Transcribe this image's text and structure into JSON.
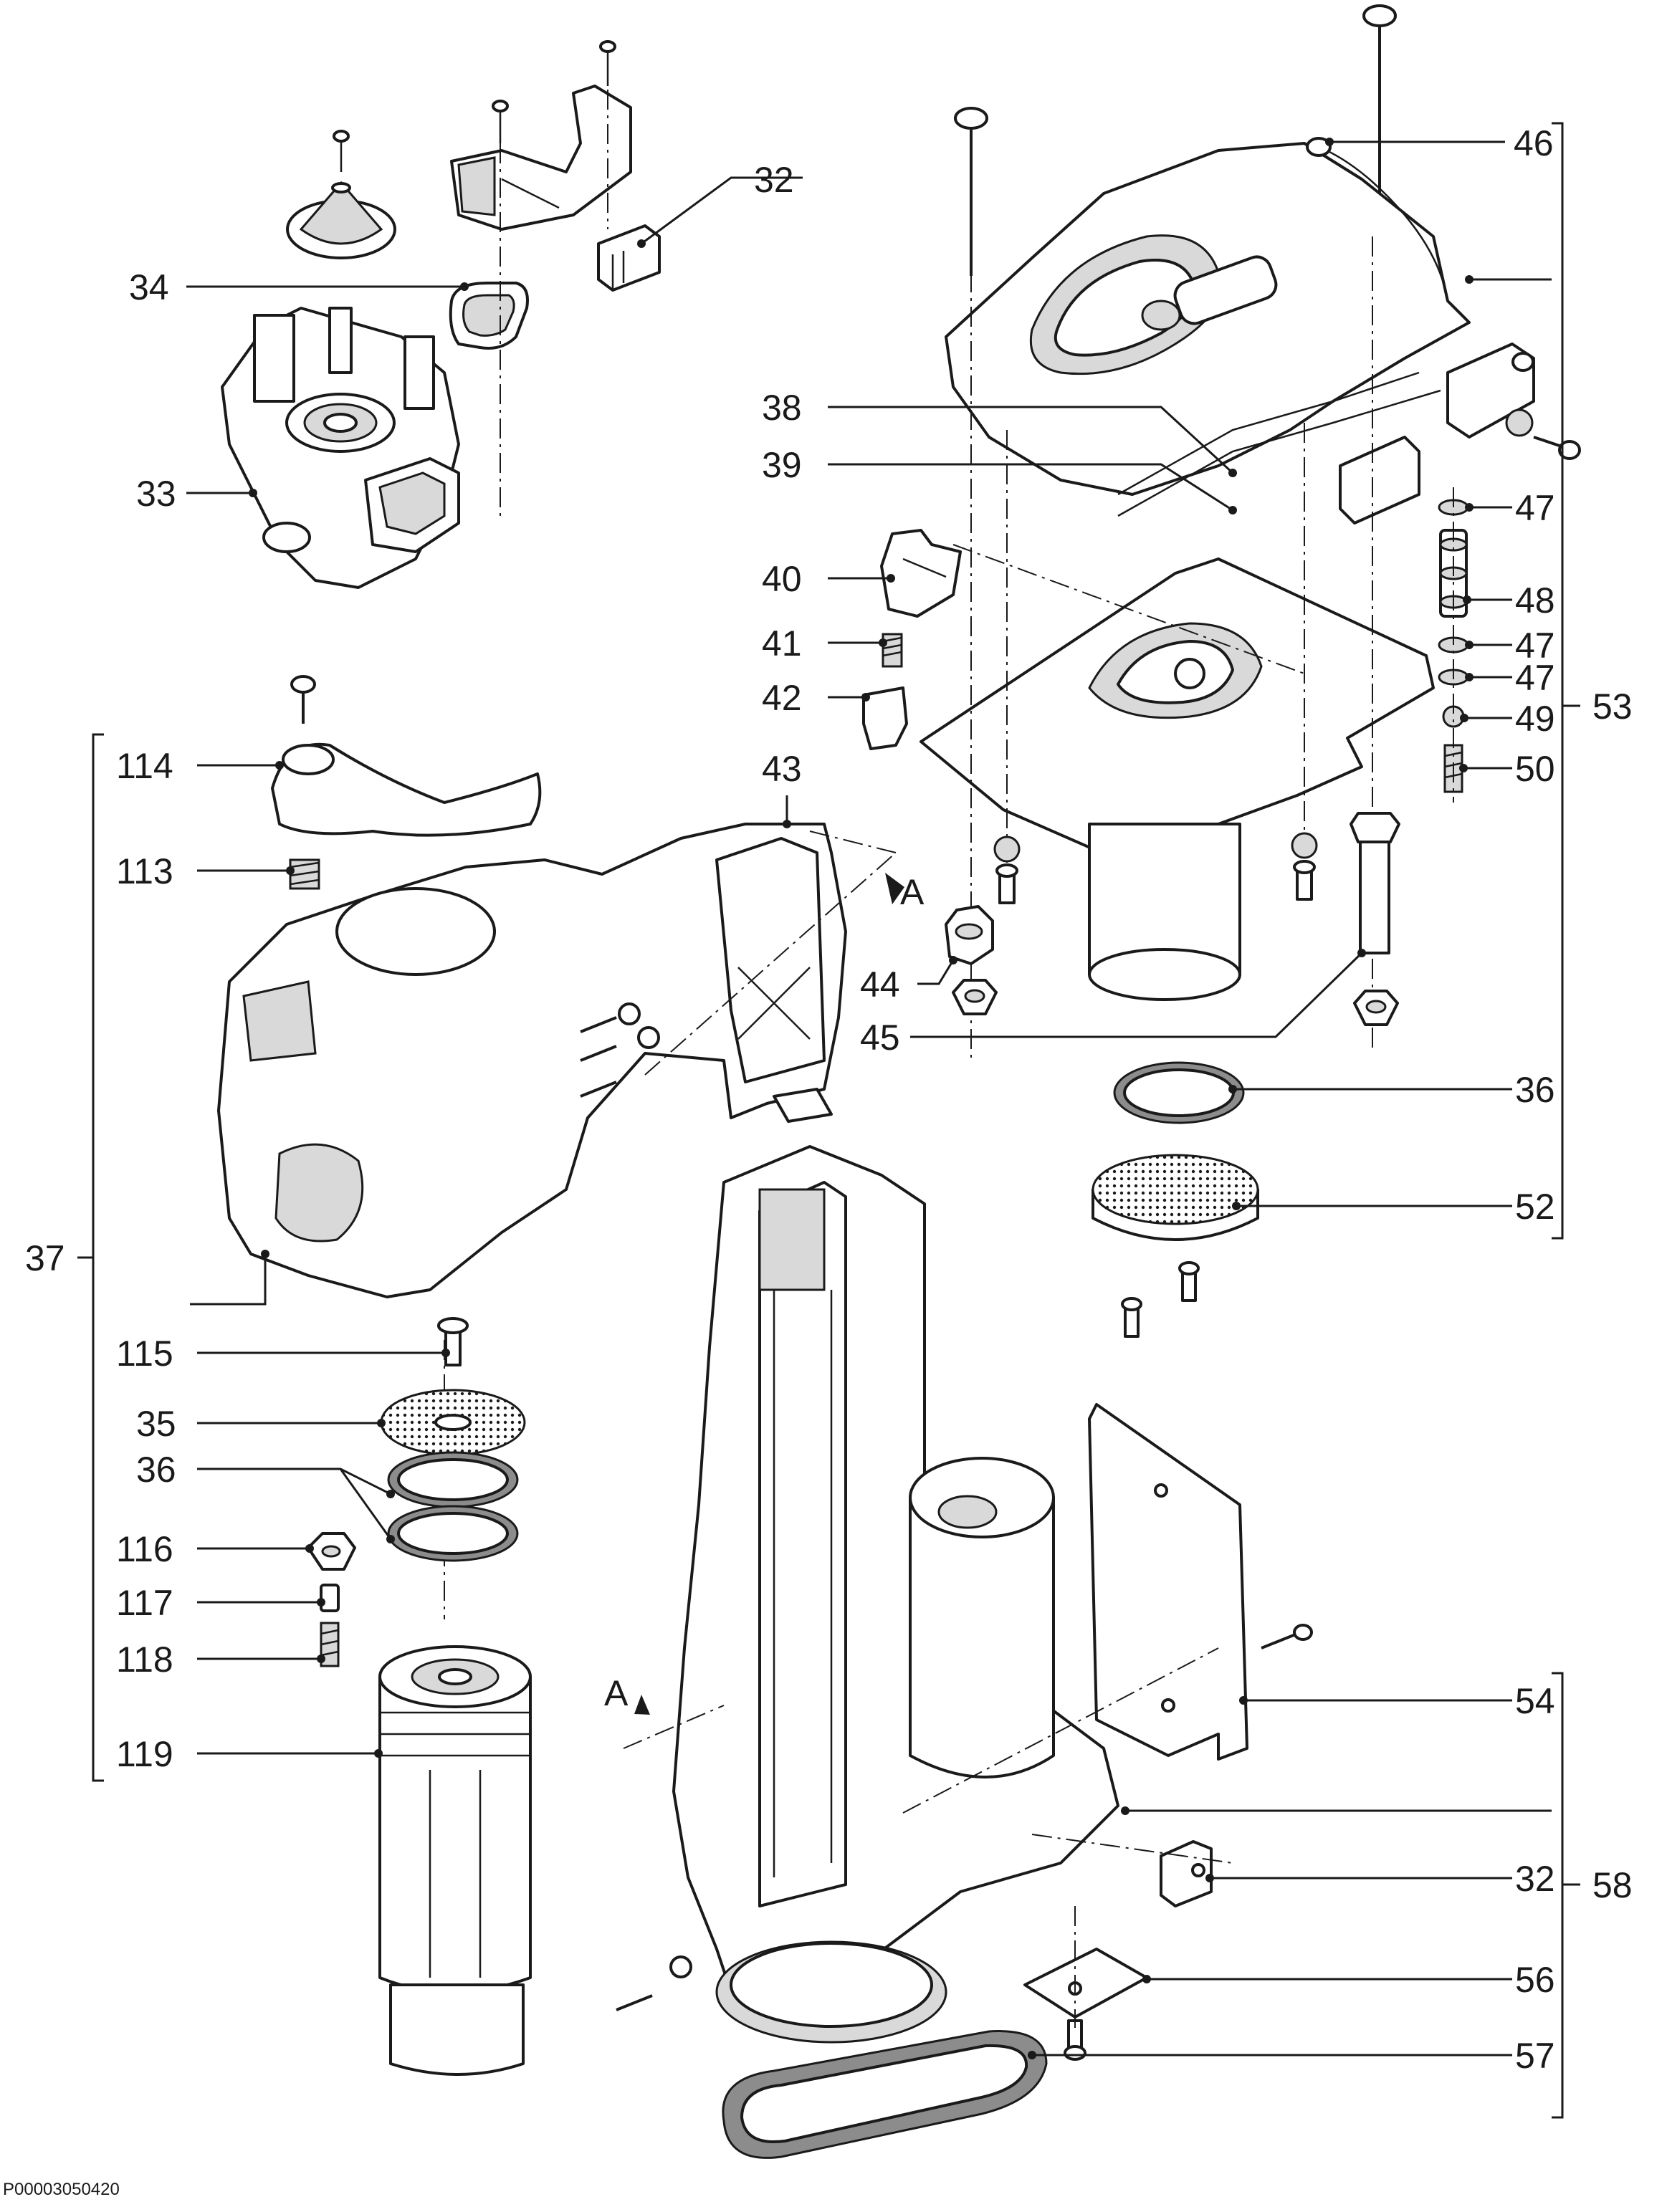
{
  "document_id": "P00003050420",
  "section_marker": "A",
  "callouts": {
    "c32a": "32",
    "c34": "34",
    "c33": "33",
    "c46": "46",
    "c38": "38",
    "c39": "39",
    "c40": "40",
    "c41": "41",
    "c42": "42",
    "c43": "43",
    "c47a": "47",
    "c48": "48",
    "c47b": "47",
    "c47c": "47",
    "c49": "49",
    "c50": "50",
    "c53": "53",
    "c114": "114",
    "c113": "113",
    "c37": "37",
    "c44": "44",
    "c45": "45",
    "c36a": "36",
    "c52": "52",
    "c115": "115",
    "c35": "35",
    "c36b": "36",
    "c116": "116",
    "c117": "117",
    "c118": "118",
    "c119": "119",
    "c54": "54",
    "c32b": "32",
    "c58": "58",
    "c56": "56",
    "c57": "57"
  }
}
